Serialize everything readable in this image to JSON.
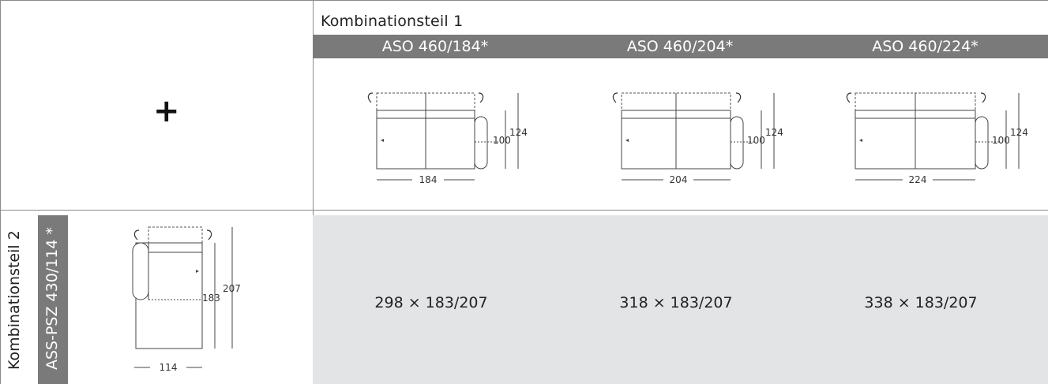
{
  "header": {
    "group_label": "Kombinationsteil 1"
  },
  "columns": [
    {
      "title": "ASO 460/184*",
      "width": "184",
      "depth": "100",
      "height": "124",
      "result": "298 × 183/207"
    },
    {
      "title": "ASO 460/204*",
      "width": "204",
      "depth": "100",
      "height": "124",
      "result": "318 × 183/207"
    },
    {
      "title": "ASO 460/224*",
      "width": "224",
      "depth": "100",
      "height": "124",
      "result": "338 × 183/207"
    }
  ],
  "row": {
    "plus_symbol": "+",
    "group_label": "Kombinationsteil 2",
    "item_label": "ASS-PSZ 430/114 *",
    "width": "114",
    "depth": "183",
    "height": "207"
  }
}
